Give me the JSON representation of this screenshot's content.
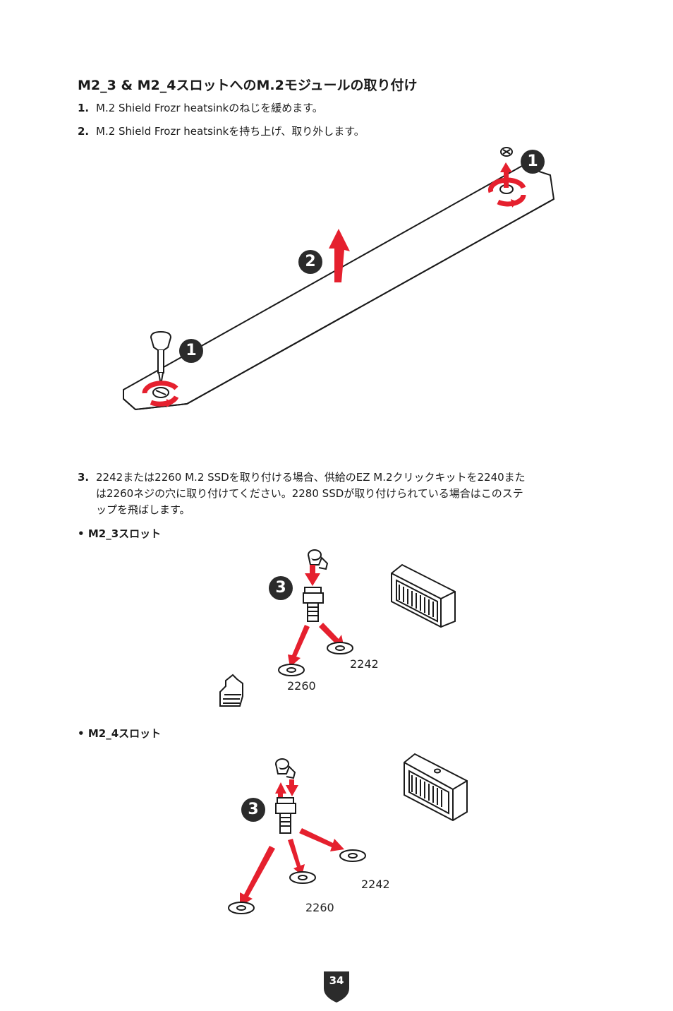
{
  "heading": "M2_3 & M2_4スロットへのM.2モジュールの取り付け",
  "steps": [
    {
      "num": "1.",
      "text": "M.2 Shield Frozr heatsinkのねじを緩めます。"
    },
    {
      "num": "2.",
      "text": "M.2 Shield Frozr heatsinkを持ち上げ、取り外します。"
    },
    {
      "num": "3.",
      "lines": [
        "2242または2260 M.2 SSDを取り付ける場合、供給のEZ M.2クリックキットを2240また",
        "は2260ネジの穴に取り付けてください。2280 SSDが取り付けられている場合はこのステ",
        "ップを飛ばします。"
      ]
    }
  ],
  "figure1": {
    "callouts": [
      "1",
      "2",
      "1"
    ]
  },
  "sections": [
    {
      "bullet": "•",
      "label": "M2_3スロット",
      "callout": "3",
      "size_a": "2242",
      "size_b": "2260"
    },
    {
      "bullet": "•",
      "label": "M2_4スロット",
      "callout": "3",
      "size_a": "2242",
      "size_b": "2260"
    }
  ],
  "page_number": "34",
  "colors": {
    "accent_red": "#e5202e",
    "callout_dark": "#2b2b2b",
    "line": "#1a1a1a"
  }
}
